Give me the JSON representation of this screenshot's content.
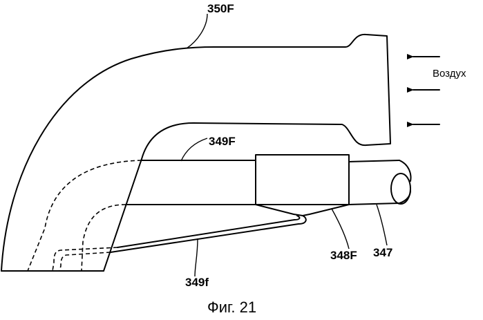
{
  "labels": {
    "duct": "350F",
    "upper_pipe": "349F",
    "lower_pipe": "349f",
    "funnel": "348F",
    "main_pipe": "347",
    "air": "Воздух"
  },
  "caption": "Фиг. 21"
}
